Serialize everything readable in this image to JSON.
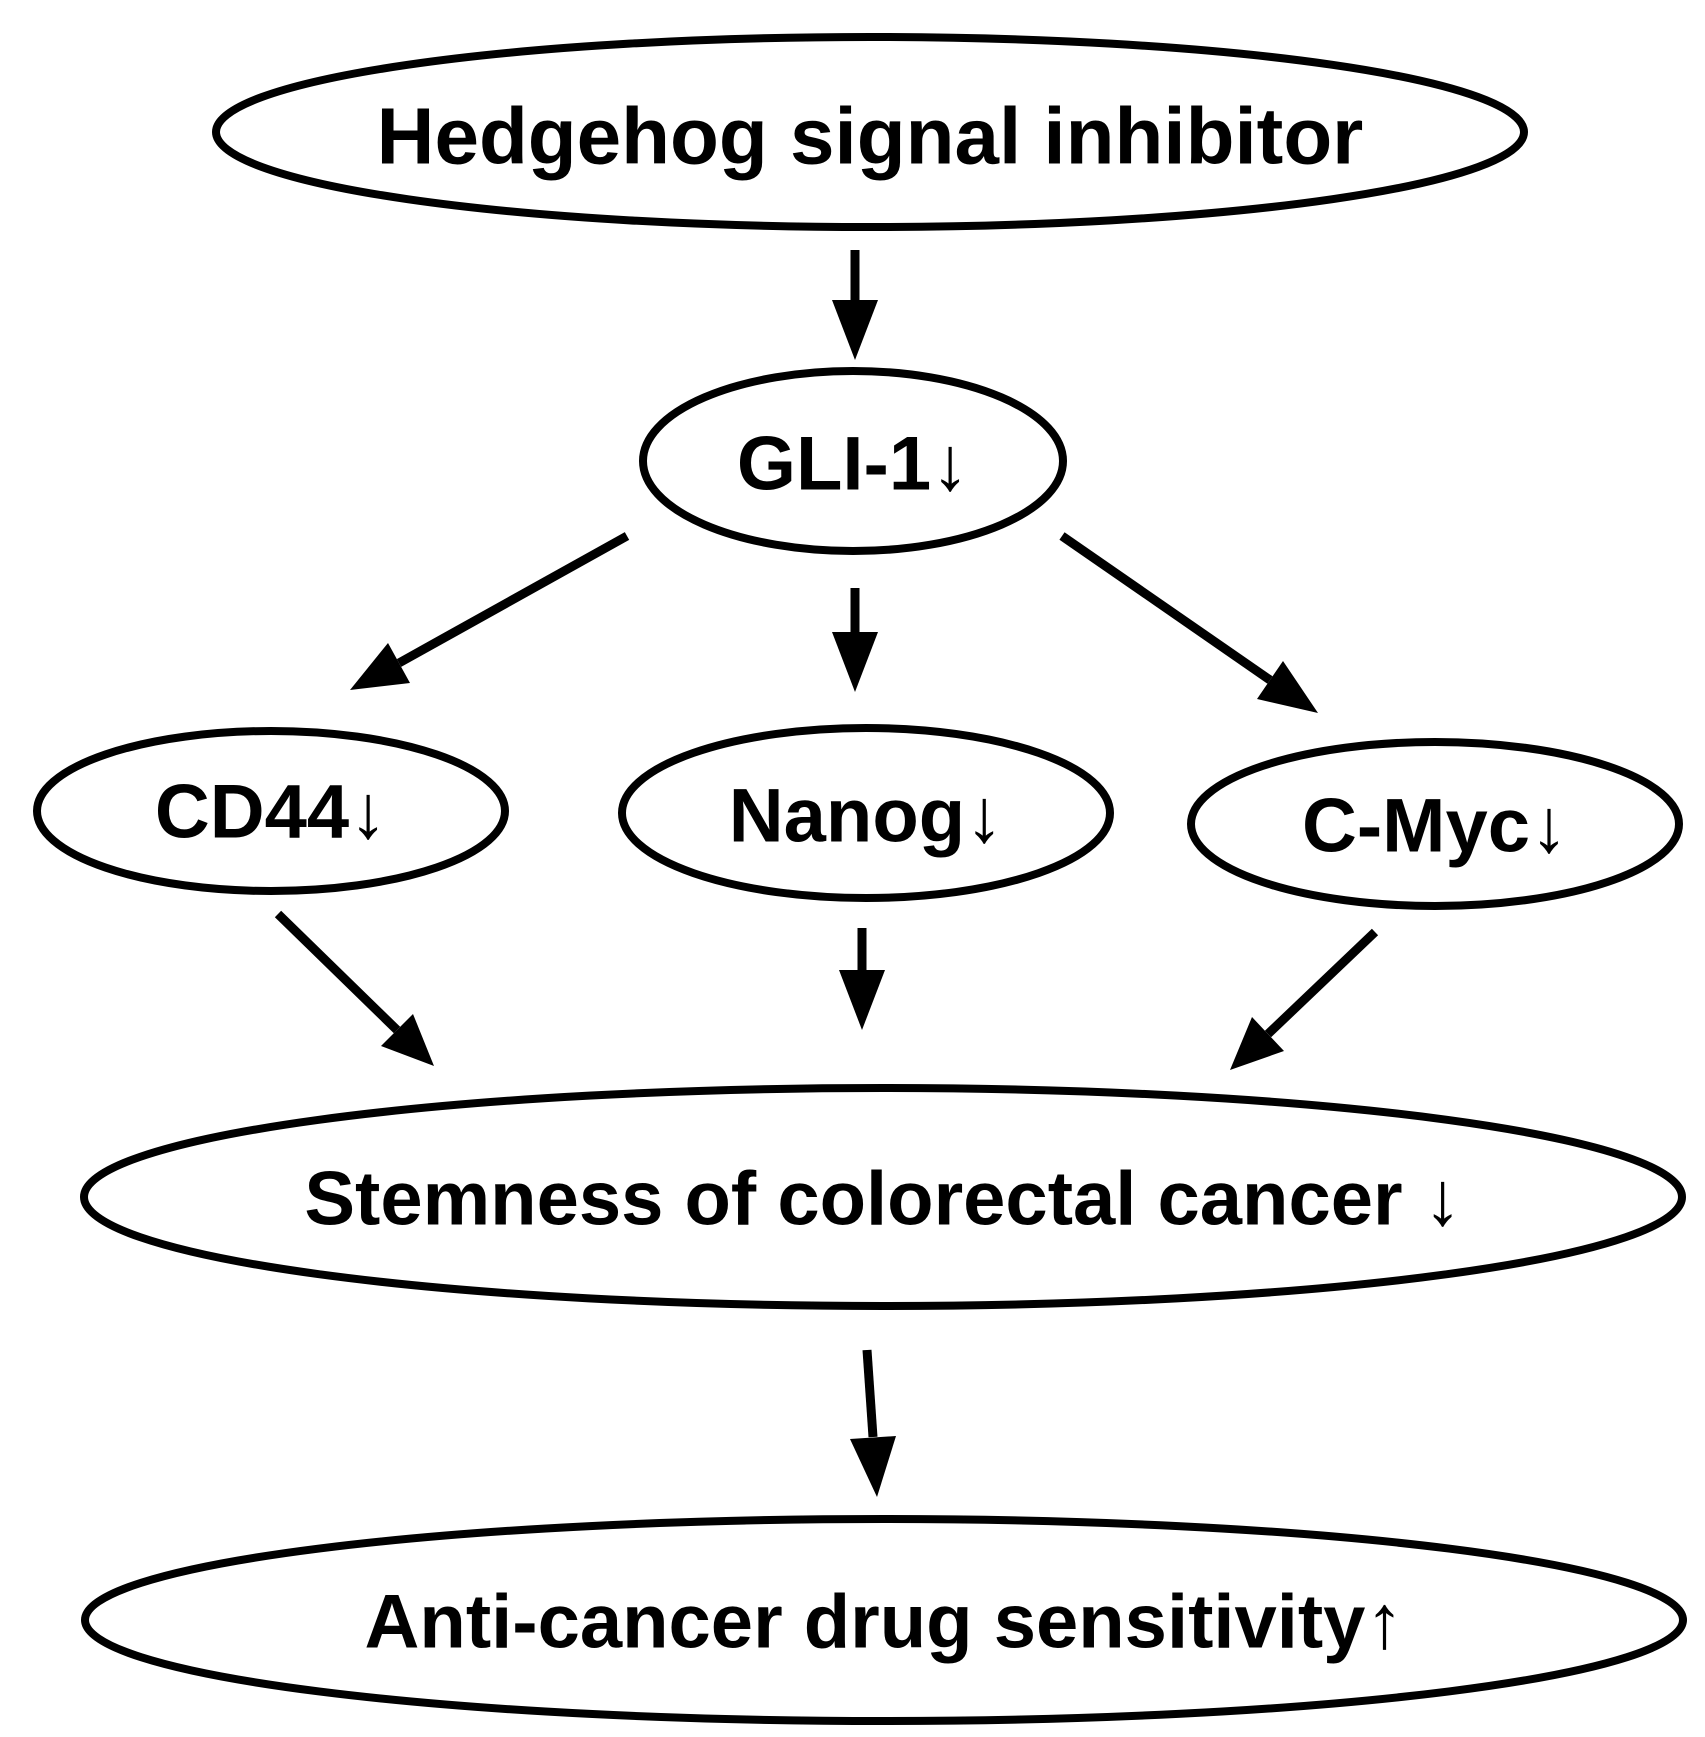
{
  "diagram": {
    "nodes": [
      {
        "id": "hedgehog",
        "label": "Hedgehog signal inhibitor"
      },
      {
        "id": "gli1",
        "label": "GLI-1↓"
      },
      {
        "id": "cd44",
        "label": "CD44↓"
      },
      {
        "id": "nanog",
        "label": "Nanog↓"
      },
      {
        "id": "cmyc",
        "label": "C-Myc↓"
      },
      {
        "id": "stemness",
        "label": "Stemness of colorectal cancer ↓"
      },
      {
        "id": "sensitivity",
        "label": "Anti-cancer drug sensitivity↑"
      }
    ],
    "edges": [
      {
        "from": "hedgehog",
        "to": "gli1"
      },
      {
        "from": "gli1",
        "to": "cd44"
      },
      {
        "from": "gli1",
        "to": "nanog"
      },
      {
        "from": "gli1",
        "to": "cmyc"
      },
      {
        "from": "cd44",
        "to": "stemness"
      },
      {
        "from": "nanog",
        "to": "stemness"
      },
      {
        "from": "cmyc",
        "to": "stemness"
      },
      {
        "from": "stemness",
        "to": "sensitivity"
      }
    ],
    "colors": {
      "stroke": "#000000",
      "fill": "#ffffff",
      "text": "#000000"
    }
  }
}
